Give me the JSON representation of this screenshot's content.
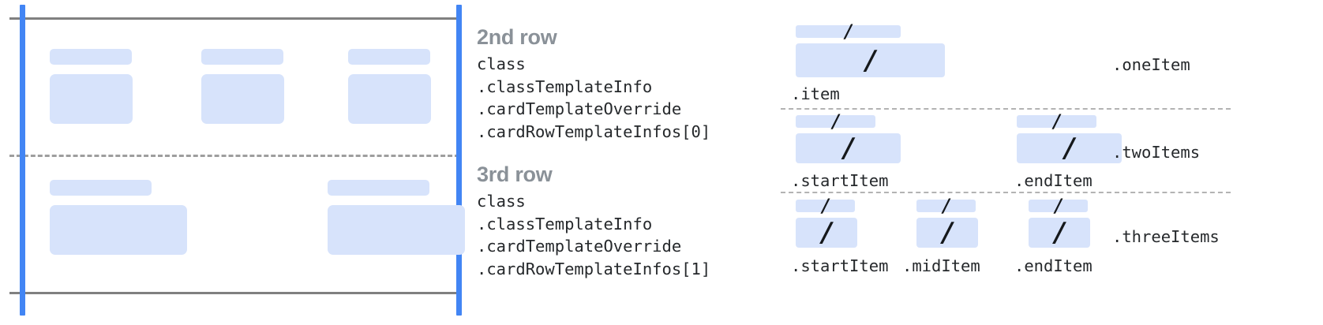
{
  "left_diagram": {
    "name": "card-rows-wireframe",
    "guide_color": "#4285f4",
    "rule_color": "#808080",
    "dashed_color": "#9e9e9e",
    "placeholder_color": "#d7e3fb",
    "rows": [
      {
        "name": "2nd row",
        "cards": [
          {
            "pill_width": 104,
            "block_width": 105,
            "block_height": 63
          },
          {
            "pill_width": 104,
            "block_width": 105,
            "block_height": 63
          },
          {
            "pill_width": 104,
            "block_width": 105,
            "block_height": 63
          }
        ]
      },
      {
        "name": "3rd row",
        "cards": [
          {
            "pill_width": 129,
            "block_width": 174,
            "block_height": 63
          },
          {
            "pill_width": 129,
            "block_width": 174,
            "block_height": 63
          }
        ]
      }
    ]
  },
  "annotations": [
    {
      "title": "2nd row",
      "lines": [
        "class",
        ".classTemplateInfo",
        ".cardTemplateOverride",
        ".cardRowTemplateInfos[0]"
      ]
    },
    {
      "title": "3rd row",
      "lines": [
        "class",
        ".classTemplateInfo",
        ".cardTemplateOverride",
        ".cardRowTemplateInfos[1]"
      ]
    }
  ],
  "right_diagram": {
    "name": "row-item-layouts",
    "slash_glyph": "/",
    "sections": [
      {
        "side_label": ".oneItem",
        "items": [
          {
            "label": ".item",
            "pill_width": 133,
            "block_width": 189
          }
        ]
      },
      {
        "side_label": ".twoItems",
        "items": [
          {
            "label": ".startItem",
            "pill_width": 101,
            "block_width": 133
          },
          {
            "label": ".endItem",
            "pill_width": 101,
            "block_width": 133
          }
        ]
      },
      {
        "side_label": ".threeItems",
        "items": [
          {
            "label": ".startItem",
            "pill_width": 75,
            "block_width": 78
          },
          {
            "label": ".midItem",
            "pill_width": 75,
            "block_width": 78
          },
          {
            "label": ".endItem",
            "pill_width": 75,
            "block_width": 78
          }
        ]
      }
    ]
  }
}
